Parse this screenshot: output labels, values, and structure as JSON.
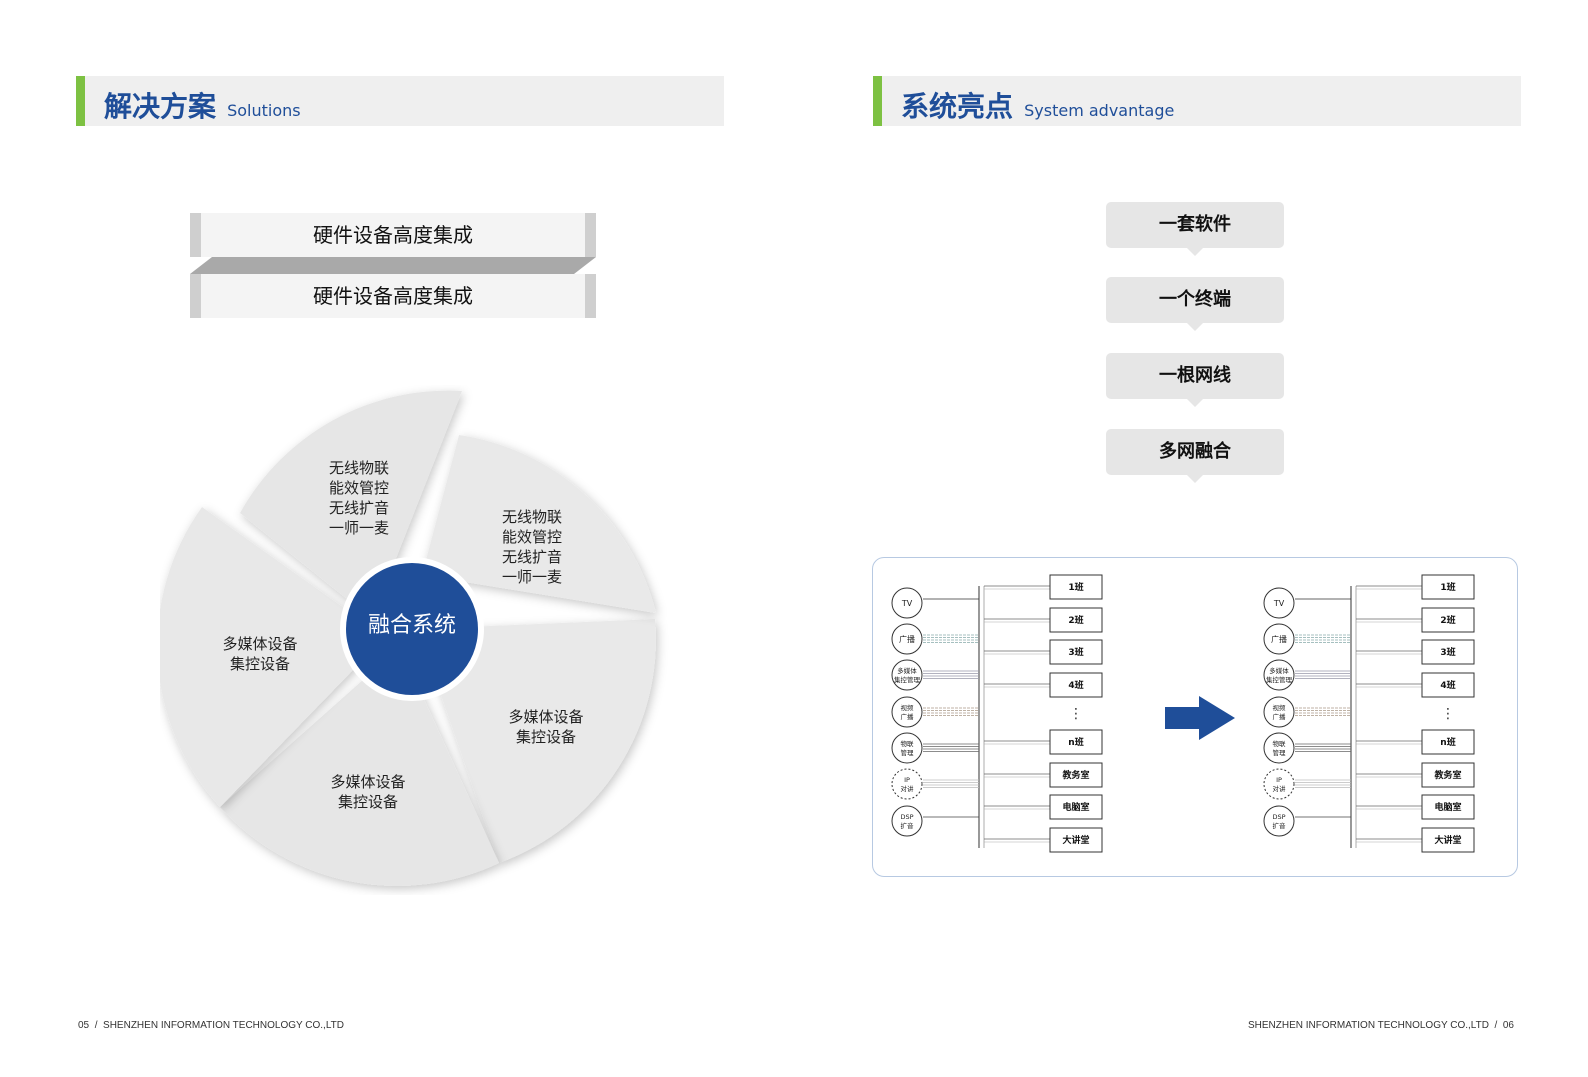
{
  "left_page": {
    "header": {
      "title_zh": "解决方案",
      "title_en": "Solutions"
    },
    "ribbons": [
      "硬件设备高度集成",
      "硬件设备高度集成"
    ],
    "wheel": {
      "center": "融合系统",
      "segments": [
        [
          "无线物联",
          "能效管控",
          "无线扩音",
          "一师一麦"
        ],
        [
          "无线物联",
          "能效管控",
          "无线扩音",
          "一师一麦"
        ],
        [
          "多媒体设备",
          "集控设备"
        ],
        [
          "多媒体设备",
          "集控设备"
        ],
        [
          "多媒体设备",
          "集控设备"
        ]
      ]
    },
    "footer": {
      "page": "05",
      "sep": "/",
      "company": "SHENZHEN INFORMATION TECHNOLOGY CO.,LTD"
    }
  },
  "right_page": {
    "header": {
      "title_zh": "系统亮点",
      "title_en": "System advantage"
    },
    "bubbles": [
      "一套软件",
      "一个终端",
      "一根网线",
      "多网融合"
    ],
    "diagram": {
      "sources": [
        "TV",
        "广播",
        "多媒体\n集控管理",
        "视频\n广播",
        "物联\n管理",
        "IP\n对讲",
        "DSP\n扩音"
      ],
      "rooms": [
        "1班",
        "2班",
        "3班",
        "4班",
        "n班",
        "教务室",
        "电脑室",
        "大讲堂"
      ],
      "ellipsis": "⋮",
      "arrow_color": "#1f4e99"
    },
    "footer": {
      "company": "SHENZHEN INFORMATION TECHNOLOGY CO.,LTD",
      "sep": "/",
      "page": "06"
    }
  },
  "colors": {
    "accent_green": "#7dc142",
    "brand_blue": "#1f4e99",
    "panel_gray": "#e6e6e6"
  }
}
